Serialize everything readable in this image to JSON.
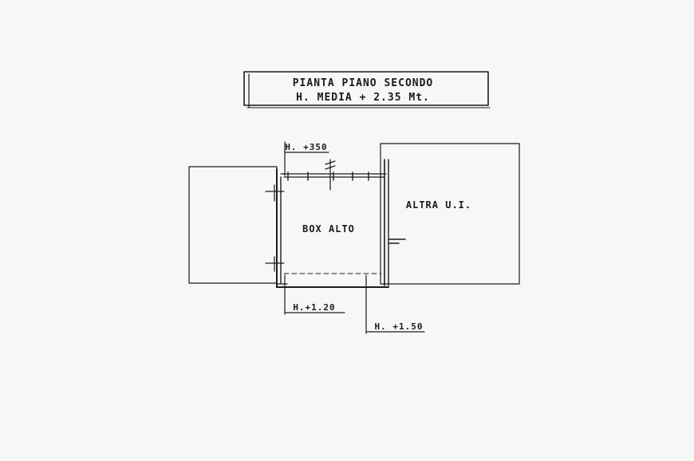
{
  "title": {
    "line1": "PIANTA PIANO SECONDO",
    "line2": "H. MEDIA + 2.35 Mt."
  },
  "labels": {
    "room": "BOX ALTO",
    "neighbor": "ALTRA U.I.",
    "height_top": "H. +350",
    "height_bottom_left": "H.+1.20",
    "height_bottom_right": "H. +1.50"
  },
  "colors": {
    "paper": "#f7f7f5",
    "ink": "#1c1c1c"
  }
}
